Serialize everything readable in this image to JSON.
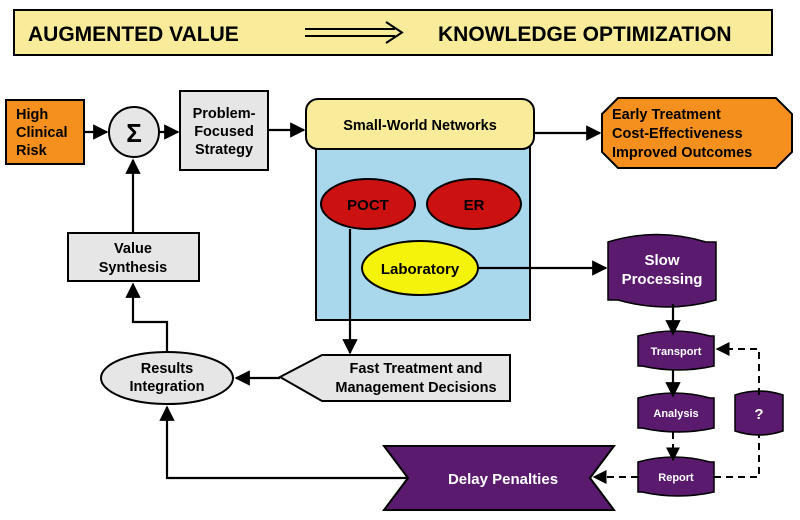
{
  "banner": {
    "left": "AUGMENTED VALUE",
    "right": "KNOWLEDGE OPTIMIZATION"
  },
  "nodes": {
    "risk": [
      "High",
      "Clinical",
      "Risk"
    ],
    "sum": "Σ",
    "strategy": [
      "Problem-",
      "Focused",
      "Strategy"
    ],
    "networks": "Small-World Networks",
    "outcomes": [
      "Early Treatment",
      "Cost-Effectiveness",
      "Improved Outcomes"
    ],
    "poct": "POCT",
    "er": "ER",
    "laboratory": "Laboratory",
    "slow": [
      "Slow",
      "Processing"
    ],
    "value": [
      "Value",
      "Synthesis"
    ],
    "results": [
      "Results",
      "Integration"
    ],
    "fast": [
      "Fast Treatment and",
      "Management Decisions"
    ],
    "transport": "Transport",
    "analysis": "Analysis",
    "report": "Report",
    "question": "?",
    "delay": "Delay Penalties"
  },
  "colors": {
    "banner": "#f8ec9a",
    "orange": "#f5901e",
    "gray": "#e6e6e6",
    "networks_header": "#f8ec9a",
    "networks_body": "#a9d7ec",
    "red": "#cc1111",
    "yellow": "#f5f20c",
    "purple": "#5a1a6e"
  }
}
